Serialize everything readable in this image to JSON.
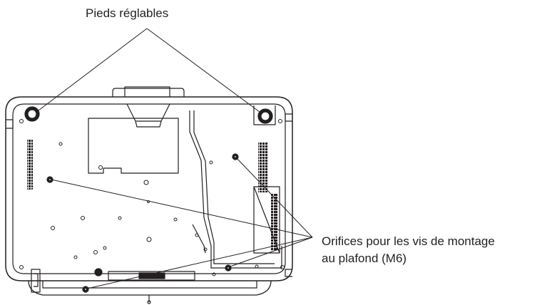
{
  "labels": {
    "adjustable_feet": "Pieds réglables",
    "mount_holes_line1": "Orifices pour les vis de montage",
    "mount_holes_line2": "au plafond (M6)"
  },
  "colors": {
    "line": "#231f20",
    "background": "#ffffff"
  }
}
